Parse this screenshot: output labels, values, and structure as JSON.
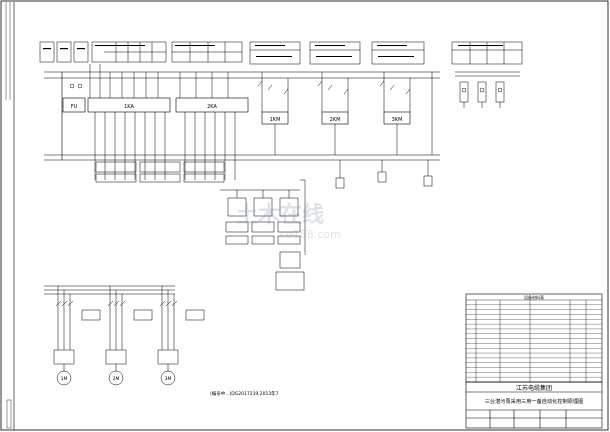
{
  "title_block": {
    "company": "江苏电缆集团",
    "drawing_title": "三台潜污泵采用三用一备自动化控制原理图"
  },
  "bom_header": "设备材料表",
  "bom_rows": [
    "",
    "",
    "",
    "",
    "",
    "",
    "",
    "",
    "",
    "",
    "",
    "",
    "",
    "",
    "",
    "",
    ""
  ],
  "main_labels": {
    "fu": "FU",
    "cont1": "1KA",
    "cont2": "2KA",
    "relay1": "1KM",
    "relay2": "2KM",
    "relay3": "3KM",
    "motor1": "1M",
    "motor2": "2M",
    "motor3": "3M"
  },
  "footer_note": "(编号中...)DG2017219,2013年7",
  "watermark": {
    "text": "土木在线",
    "url": "co188.com"
  }
}
